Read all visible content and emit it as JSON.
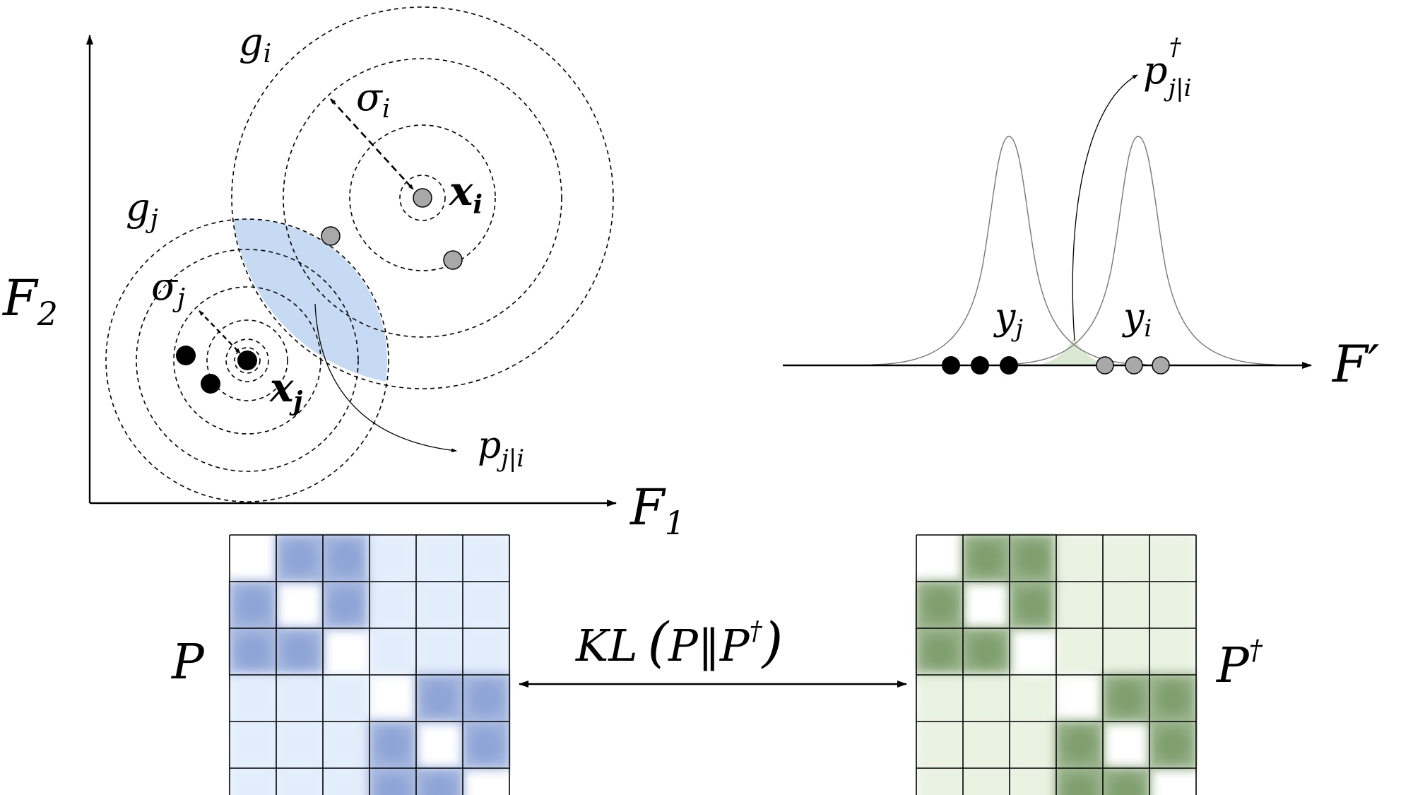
{
  "axes": {
    "x_label": "F",
    "x_label_sub": "1",
    "y_label": "F",
    "y_label_sub": "2",
    "projection_label": "F′"
  },
  "clusters": {
    "g_i": {
      "base": "g",
      "sub": "i"
    },
    "g_j": {
      "base": "g",
      "sub": "j"
    },
    "sigma_i": {
      "base": "σ",
      "sub": "i"
    },
    "sigma_j": {
      "base": "σ",
      "sub": "j"
    },
    "x_i": {
      "base": "x",
      "sub": "i"
    },
    "x_j": {
      "base": "x",
      "sub": "j"
    }
  },
  "probabilities": {
    "p_ji": {
      "base": "p",
      "sub": "j|i"
    },
    "p_ji_dagger": {
      "base": "p",
      "sub": "j|i",
      "sup": "†"
    }
  },
  "embedding": {
    "y_j": {
      "base": "y",
      "sub": "j"
    },
    "y_i": {
      "base": "y",
      "sub": "i"
    }
  },
  "matrices": {
    "P_label": "P",
    "Pdag_label": "P",
    "Pdag_sup": "†",
    "kl_label": "KL",
    "kl_open": "(",
    "kl_inner_left": "P",
    "kl_bars": "‖",
    "kl_inner_right": "P",
    "kl_sup": "†",
    "kl_close": ")",
    "P_intensity": [
      [
        0.0,
        0.9,
        0.9,
        0.2,
        0.2,
        0.2
      ],
      [
        0.9,
        0.0,
        0.9,
        0.2,
        0.2,
        0.2
      ],
      [
        0.9,
        0.9,
        0.0,
        0.2,
        0.2,
        0.2
      ],
      [
        0.2,
        0.2,
        0.2,
        0.0,
        0.9,
        0.9
      ],
      [
        0.2,
        0.2,
        0.2,
        0.9,
        0.0,
        0.9
      ],
      [
        0.2,
        0.2,
        0.2,
        0.9,
        0.9,
        0.0
      ]
    ],
    "Pdag_intensity": [
      [
        0.0,
        0.9,
        0.9,
        0.2,
        0.2,
        0.2
      ],
      [
        0.9,
        0.0,
        0.9,
        0.2,
        0.2,
        0.2
      ],
      [
        0.9,
        0.9,
        0.0,
        0.2,
        0.2,
        0.2
      ],
      [
        0.2,
        0.2,
        0.2,
        0.0,
        0.9,
        0.9
      ],
      [
        0.2,
        0.2,
        0.2,
        0.9,
        0.0,
        0.9
      ],
      [
        0.2,
        0.2,
        0.2,
        0.9,
        0.9,
        0.0
      ]
    ]
  },
  "colors": {
    "blue_shade": "#c6daf4",
    "blue_strong": "#8ea4d6",
    "blue_light": "#d9e8fb",
    "green_shade": "#dbe9d2",
    "green_strong": "#7f9f6e",
    "green_light": "#e3eed9",
    "gray_point": "#a8a8a8",
    "black_point": "#000000"
  }
}
